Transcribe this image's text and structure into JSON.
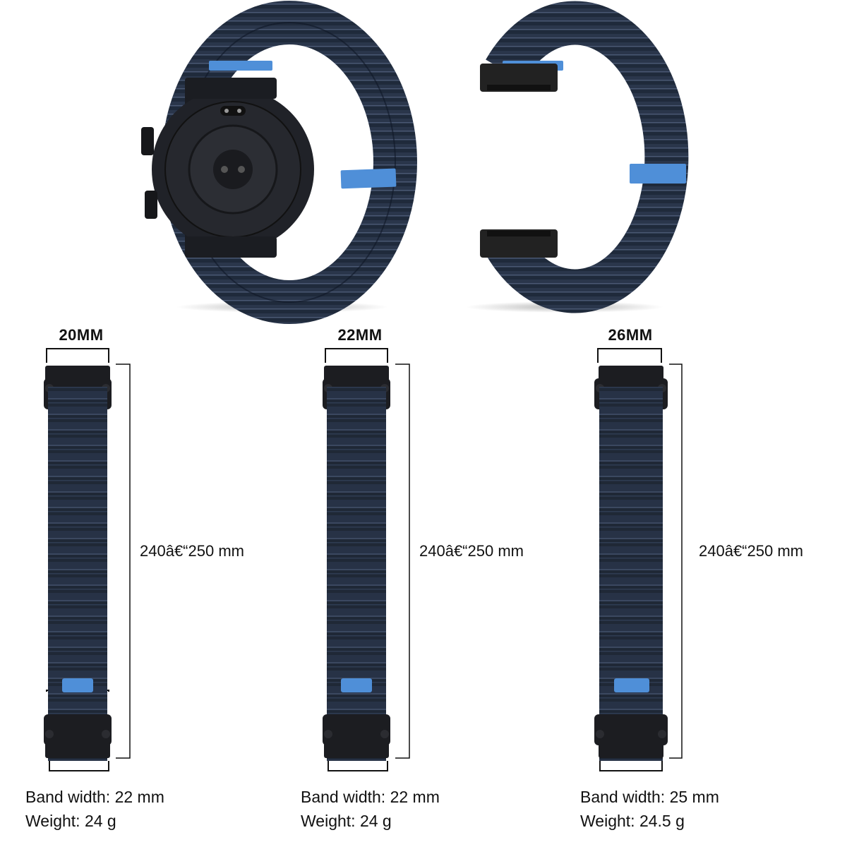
{
  "colors": {
    "strap": "#1f2a3b",
    "strap_stripe": "#33415a",
    "accent_blue": "#4f8fd8",
    "watch_body": "#1b1d22",
    "bracket": "#222222"
  },
  "icons": [
    "watch-back-image",
    "strap-open-image",
    "strap-flat-image"
  ],
  "bands": [
    {
      "size_label": "20MM",
      "length_label": "240â€“250 mm",
      "band_width_label": "Band width: 22 mm",
      "weight_label": "Weight: 24 g"
    },
    {
      "size_label": "22MM",
      "length_label": "240â€“250 mm",
      "band_width_label": "Band width: 22 mm",
      "weight_label": "Weight: 24 g"
    },
    {
      "size_label": "26MM",
      "length_label": "240â€“250 mm",
      "band_width_label": "Band width: 25 mm",
      "weight_label": "Weight: 24.5 g"
    }
  ]
}
